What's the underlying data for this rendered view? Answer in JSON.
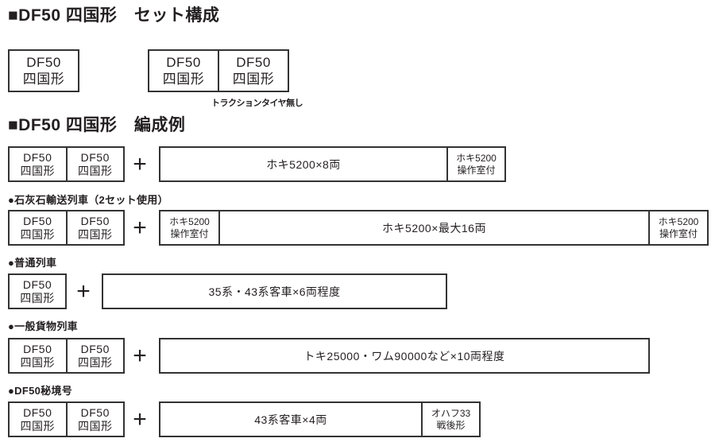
{
  "colors": {
    "background": "#ffffff",
    "text": "#231f20",
    "border": "#333333"
  },
  "loco_label": {
    "line1": "DF50",
    "line2": "四国形"
  },
  "set_section": {
    "heading": "■DF50 四国形　セット構成",
    "single_box": {
      "line1": "DF50",
      "line2": "四国形"
    },
    "pair_box": [
      {
        "line1": "DF50",
        "line2": "四国形"
      },
      {
        "line1": "DF50",
        "line2": "四国形"
      }
    ],
    "pair_note": "トラクションタイヤ無し"
  },
  "formation_section": {
    "heading": "■DF50 四国形　編成例",
    "plus": "+",
    "rows": [
      {
        "label": "",
        "loco_count": 2,
        "cars": [
          {
            "text": "ホキ5200×8両"
          },
          {
            "l1": "ホキ5200",
            "l2": "操作室付"
          }
        ]
      },
      {
        "label": "●石灰石輸送列車（2セット使用）",
        "loco_count": 2,
        "cars": [
          {
            "l1": "ホキ5200",
            "l2": "操作室付"
          },
          {
            "text": "ホキ5200×最大16両"
          },
          {
            "l1": "ホキ5200",
            "l2": "操作室付"
          }
        ]
      },
      {
        "label": "●普通列車",
        "loco_count": 1,
        "cars": [
          {
            "text": "35系・43系客車×6両程度"
          }
        ]
      },
      {
        "label": "●一般貨物列車",
        "loco_count": 2,
        "cars": [
          {
            "text": "トキ25000・ワム90000など×10両程度"
          }
        ]
      },
      {
        "label": "●DF50秘境号",
        "loco_count": 2,
        "cars": [
          {
            "text": "43系客車×4両"
          },
          {
            "l1": "オハフ33",
            "l2": "戦後形"
          }
        ]
      }
    ]
  }
}
